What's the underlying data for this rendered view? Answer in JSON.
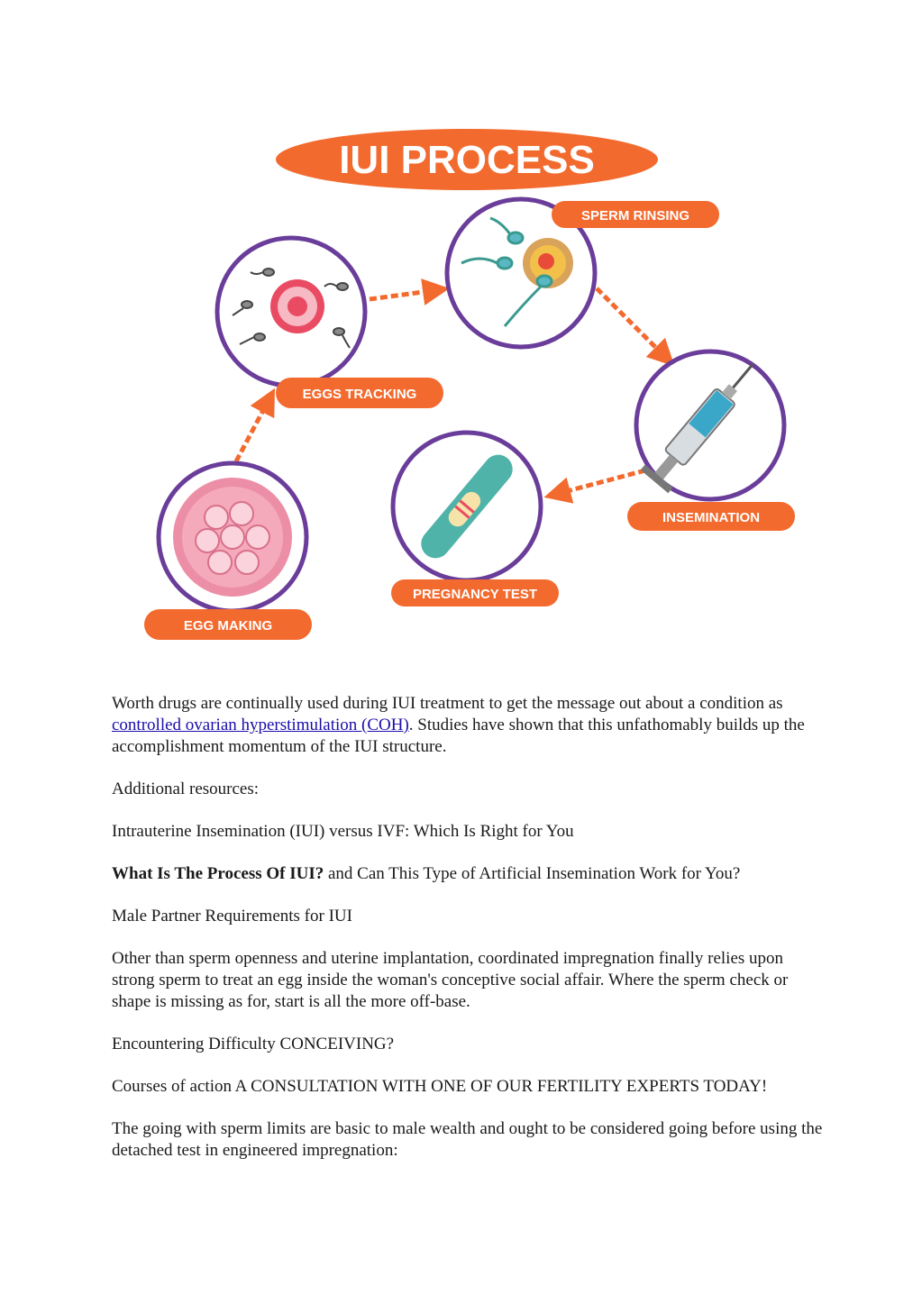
{
  "infographic": {
    "title": "IUI PROCESS",
    "steps": {
      "eggs_tracking": "EGGS TRACKING",
      "sperm_rinsing": "SPERM RINSING",
      "insemination": "INSEMINATION",
      "pregnancy_test": "PREGNANCY TEST",
      "egg_making": "EGG MAKING"
    },
    "colors": {
      "orange": "#f26a2e",
      "purple": "#6a3d9a",
      "pink": "#ec8fa6",
      "teal": "#4fb3a9"
    },
    "icons": [
      "egg-cell-icon",
      "sperm-icon",
      "syringe-icon",
      "pregnancy-test-icon",
      "follicle-icon",
      "arrow-icon"
    ]
  },
  "article": {
    "p1_before": "Worth drugs are continually used during IUI treatment to get the message out about a condition as ",
    "p1_link": "controlled ovarian hyperstimulation (COH)",
    "p1_after": ". Studies have shown that this unfathomably builds up the accomplishment momentum of the IUI structure.",
    "p2": "Additional resources:",
    "p3": "Intrauterine Insemination (IUI) versus IVF: Which Is Right for You",
    "p4_bold": "What Is The Process Of IUI?",
    "p4_rest": " and Can This Type of Artificial Insemination Work for You?",
    "p5": "Male Partner Requirements for IUI",
    "p6": "Other than sperm openness and uterine implantation, coordinated impregnation finally relies upon strong sperm to treat an egg inside the woman's conceptive social affair. Where the sperm check or shape is missing as for, start is all the more off-base.",
    "p7": "Encountering Difficulty CONCEIVING?",
    "p8": "Courses of action A CONSULTATION WITH ONE OF OUR FERTILITY EXPERTS TODAY!",
    "p9": "The going with sperm limits are basic to male wealth and ought to be considered going before using the detached test in engineered impregnation:"
  }
}
